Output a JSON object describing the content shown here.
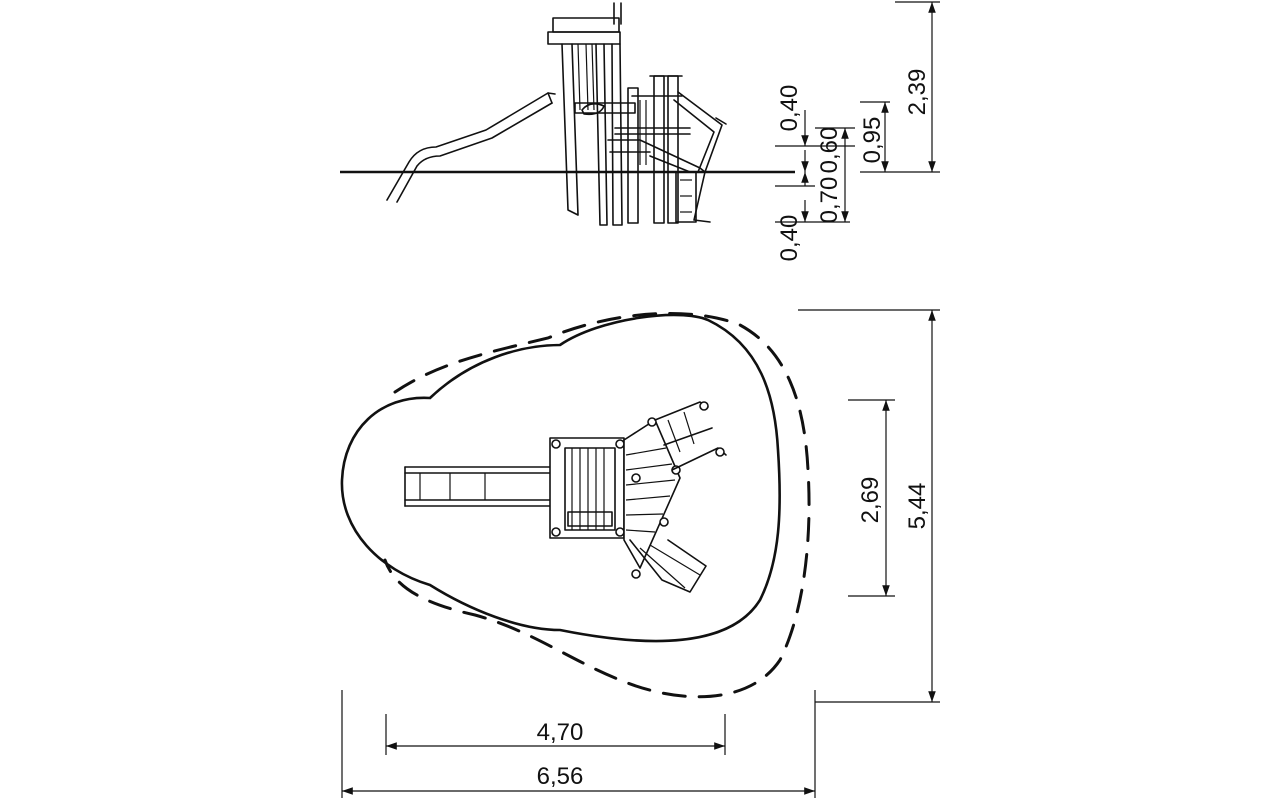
{
  "drawing": {
    "colors": {
      "line": "#111111",
      "background": "#ffffff"
    },
    "elevation_view": {
      "dimensions": {
        "total_height": "2,39",
        "slide_platform_height": "0,95",
        "upper_gap": "0,40",
        "lower_post_segment": "0,60",
        "foundation_depth": "0,70",
        "footing_depth": "0,40"
      }
    },
    "plan_view": {
      "dimensions": {
        "equipment_depth": "2,69",
        "safety_zone_depth": "5,44",
        "equipment_length": "4,70",
        "safety_zone_length": "6,56"
      }
    }
  }
}
